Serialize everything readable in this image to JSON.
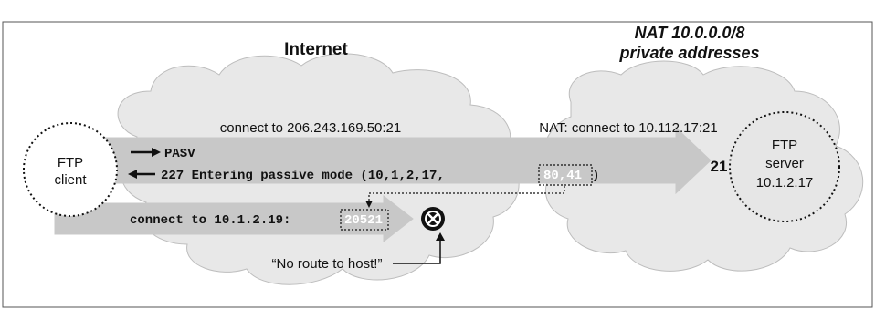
{
  "regions": {
    "internet_title": "Internet",
    "nat_title_line1": "NAT 10.0.0.0/8",
    "nat_title_line2": "private addresses"
  },
  "nodes": {
    "client_line1": "FTP",
    "client_line2": "client",
    "server_line1": "FTP",
    "server_line2": "server",
    "server_line3": "10.1.2.17",
    "server_port": "21"
  },
  "connection": {
    "label_client_side": "connect to 206.243.169.50:21",
    "label_nat_side": "NAT: connect to 10.112.17:21"
  },
  "messages": {
    "pasv_command": "PASV",
    "reply_prefix": "227 Entering passive mode (10,1,2,17,",
    "reply_port_bytes": "80,41",
    "reply_suffix": ")",
    "data_connect_prefix": "connect to 10.1.2.19:",
    "data_connect_port": "20521"
  },
  "failure": {
    "message": "“No route to host!”"
  },
  "colors": {
    "arrow_fill": "#c8c8c8",
    "cloud_fill": "#e8e8e8",
    "node_fill": "#e6e6e6",
    "highlight_text": "#ffffff",
    "ink": "#111111"
  }
}
